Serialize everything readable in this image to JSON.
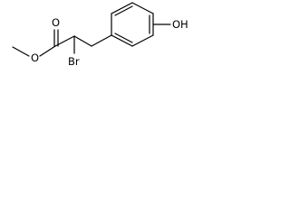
{
  "molecule": {
    "atoms": {
      "ring_oh": "OH",
      "carbonyl_o": "O",
      "ester_o": "O",
      "bromine": "Br"
    }
  }
}
